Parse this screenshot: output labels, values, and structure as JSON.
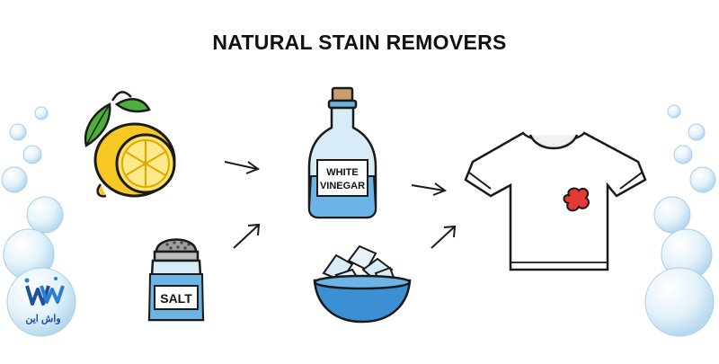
{
  "title": "NATURAL STAIN REMOVERS",
  "items": {
    "lemon": {
      "icon": "lemon-icon"
    },
    "salt": {
      "label": "SALT",
      "icon": "salt-shaker-icon"
    },
    "vinegar": {
      "label_line1": "WHITE",
      "label_line2": "VINEGAR",
      "icon": "vinegar-bottle-icon"
    },
    "ice": {
      "icon": "ice-bowl-icon"
    },
    "shirt": {
      "icon": "stained-tshirt-icon"
    }
  },
  "logo": {
    "text": "واش این",
    "icon": "brand-logo"
  },
  "colors": {
    "outline": "#1a1a1a",
    "blue_light": "#d8ecf8",
    "blue_mid": "#6cb4e6",
    "blue_dark": "#3d8fd4",
    "lemon_yellow": "#f7c824",
    "lemon_pulp": "#fce26a",
    "leaf_green": "#4caf3a",
    "cork": "#c8a070",
    "stain_red": "#e53935"
  }
}
